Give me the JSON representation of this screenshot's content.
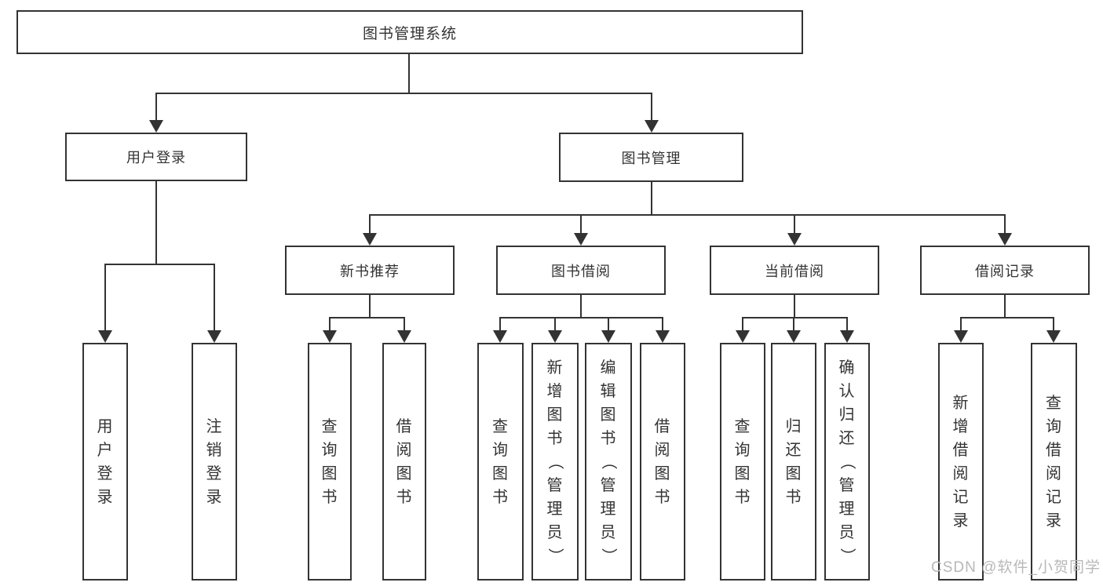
{
  "tree": {
    "label": "图书管理系统",
    "children": [
      {
        "label": "用户登录",
        "children": [
          {
            "label": "用户登录"
          },
          {
            "label": "注销登录"
          }
        ]
      },
      {
        "label": "图书管理",
        "children": [
          {
            "label": "新书推荐",
            "children": [
              {
                "label": "查询图书"
              },
              {
                "label": "借阅图书"
              }
            ]
          },
          {
            "label": "图书借阅",
            "children": [
              {
                "label": "查询图书"
              },
              {
                "label": "新增图书（管理员）"
              },
              {
                "label": "编辑图书（管理员）"
              },
              {
                "label": "借阅图书"
              }
            ]
          },
          {
            "label": "当前借阅",
            "children": [
              {
                "label": "查询图书"
              },
              {
                "label": "归还图书"
              },
              {
                "label": "确认归还（管理员）"
              }
            ]
          },
          {
            "label": "借阅记录",
            "children": [
              {
                "label": "新增借阅记录"
              },
              {
                "label": "查询借阅记录"
              }
            ]
          }
        ]
      }
    ]
  },
  "watermark": {
    "text": "CSDN @软件_小贺同学"
  },
  "colors": {
    "line": "#333333",
    "text": "#333333",
    "watermark": "#b8b8b8",
    "background": "#ffffff"
  }
}
